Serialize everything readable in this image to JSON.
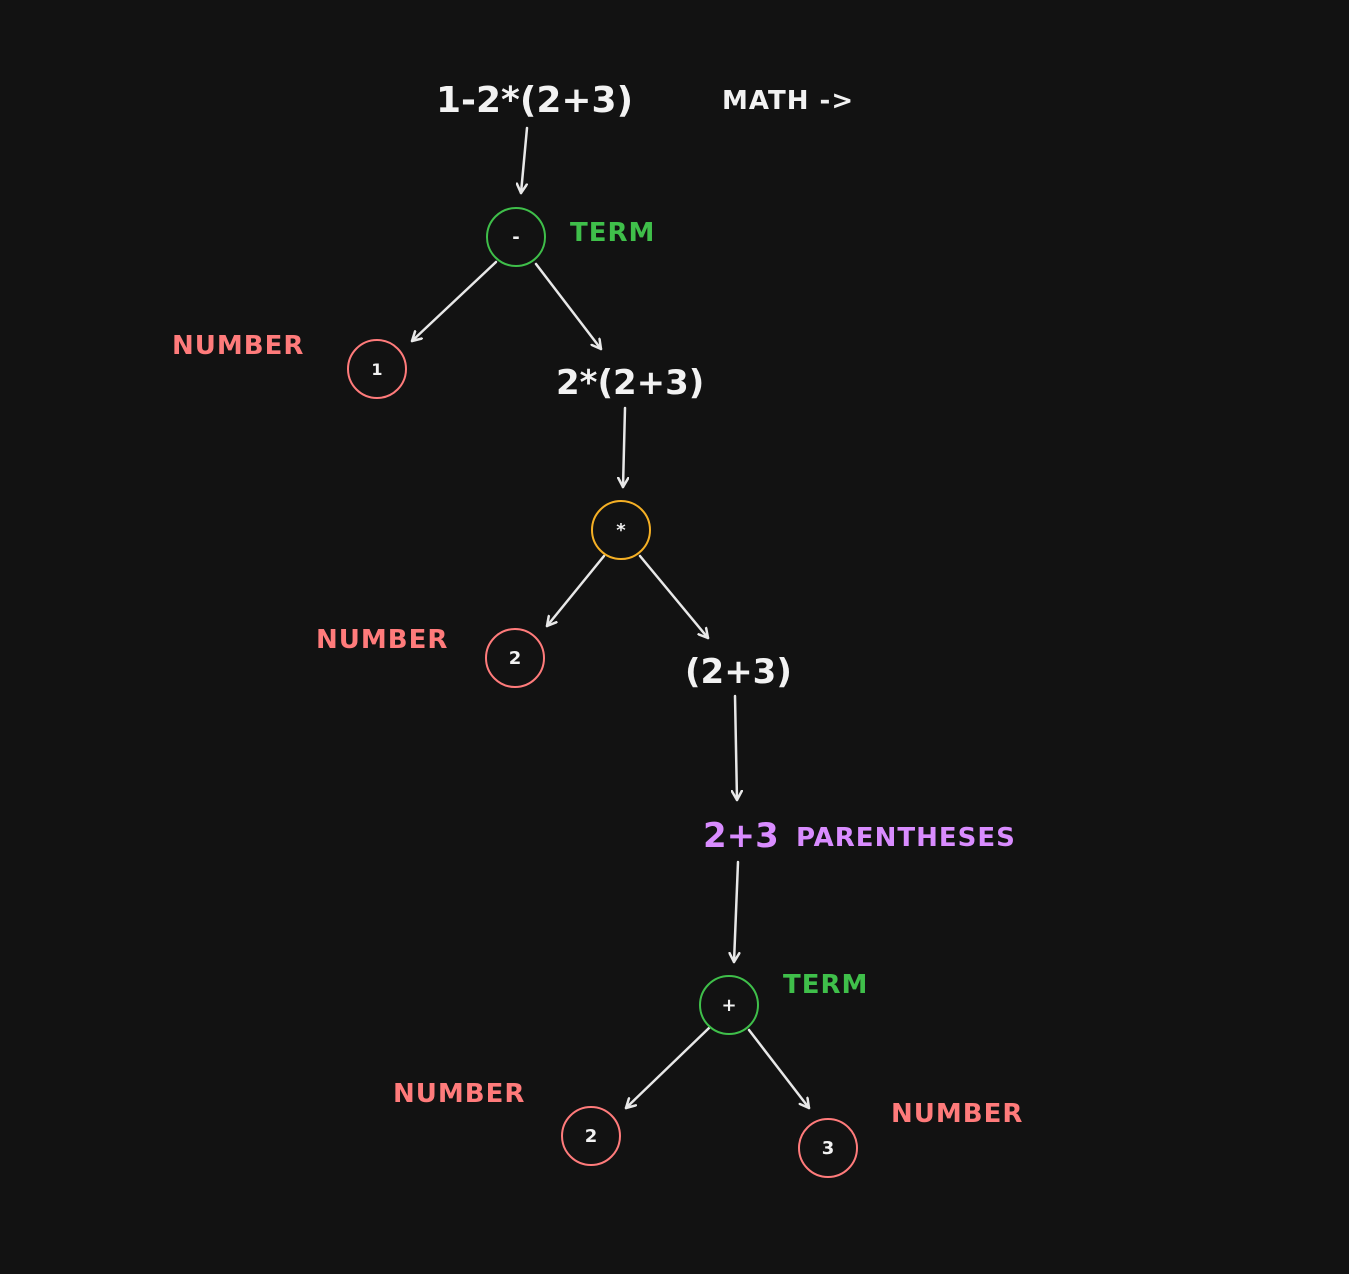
{
  "colors": {
    "background": "#121212",
    "arrow": "#e8e8e8",
    "text": "#f2f2f2",
    "term": "#3fbf4a",
    "factor": "#f5b025",
    "number": "#ff7b7b",
    "parentheses": "#d98cff"
  },
  "header": {
    "expression": "1-2*(2+3)",
    "math_label": "MATH ->"
  },
  "expressions": {
    "e1": "2*(2+3)",
    "e2": "(2+3)",
    "e3": "2+3"
  },
  "nodes": {
    "root_op": "-",
    "n1": "1",
    "mul_op": "*",
    "n2": "2",
    "plus_op": "+",
    "n2b": "2",
    "n3": "3"
  },
  "labels": {
    "term1": "TERM",
    "number1": "NUMBER",
    "number2": "NUMBER",
    "parentheses": "PARENTHESES",
    "term2": "TERM",
    "number3": "NUMBER",
    "number4": "NUMBER"
  }
}
